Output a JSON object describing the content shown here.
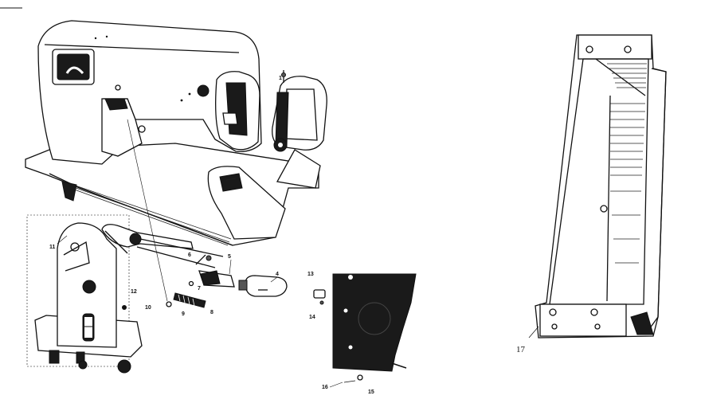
{
  "diagram": {
    "callouts": [
      {
        "id": "callout-1",
        "text": "1"
      },
      {
        "id": "callout-4",
        "text": "4"
      },
      {
        "id": "callout-5",
        "text": "5"
      },
      {
        "id": "callout-6",
        "text": "6"
      },
      {
        "id": "callout-7",
        "text": "7"
      },
      {
        "id": "callout-8",
        "text": "8"
      },
      {
        "id": "callout-9",
        "text": "9"
      },
      {
        "id": "callout-10",
        "text": "10"
      },
      {
        "id": "callout-11",
        "text": "11"
      },
      {
        "id": "callout-12",
        "text": "12"
      },
      {
        "id": "callout-13",
        "text": "13"
      },
      {
        "id": "callout-14",
        "text": "14"
      },
      {
        "id": "callout-15",
        "text": "15"
      },
      {
        "id": "callout-16",
        "text": "16"
      },
      {
        "id": "callout-17",
        "text": "17"
      }
    ]
  }
}
